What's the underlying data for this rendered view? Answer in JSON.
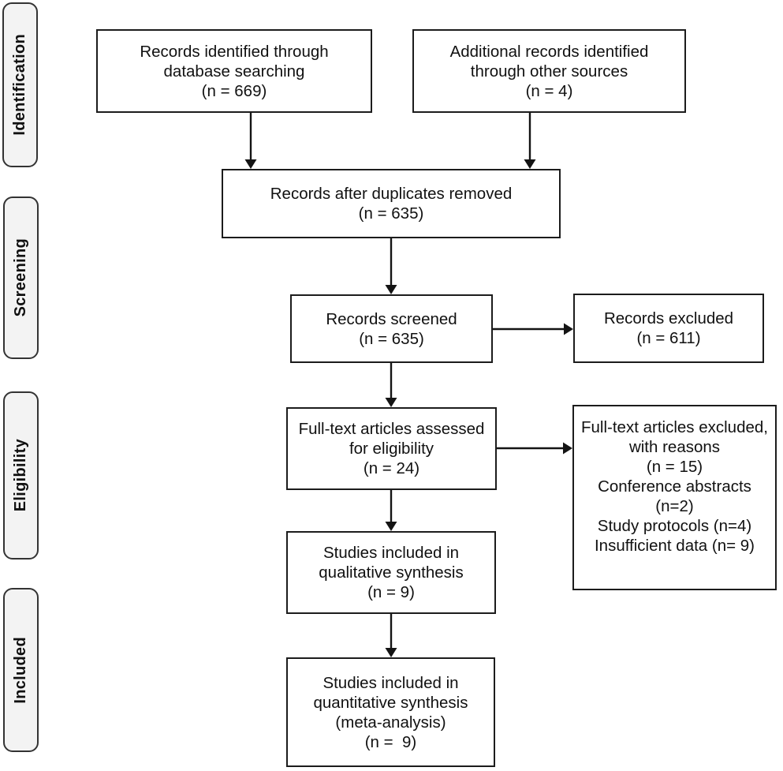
{
  "stages": [
    {
      "label": "Identification"
    },
    {
      "label": "Screening"
    },
    {
      "label": "Eligibility"
    },
    {
      "label": "Included"
    }
  ],
  "boxes": {
    "records_identified": {
      "text": "Records identified through\ndatabase searching\n(n = 669)",
      "n": 669
    },
    "additional_records": {
      "text": "Additional records identified\nthrough other sources\n(n = 4)",
      "n": 4
    },
    "after_duplicates": {
      "text": "Records after duplicates removed\n(n = 635)",
      "n": 635
    },
    "records_screened": {
      "text": "Records screened\n(n = 635)",
      "n": 635
    },
    "records_excluded": {
      "text": "Records excluded\n(n = 611)",
      "n": 611
    },
    "fulltext_assessed": {
      "text": "Full-text articles assessed\nfor eligibility\n(n = 24)",
      "n": 24
    },
    "fulltext_excluded": {
      "text": "Full-text articles excluded,\nwith reasons\n(n = 15)\nConference abstracts\n(n=2)\nStudy protocols (n=4)\nInsufficient data (n= 9)",
      "n": 15,
      "reasons": [
        {
          "label": "Conference abstracts",
          "n": 2
        },
        {
          "label": "Study protocols",
          "n": 4
        },
        {
          "label": "Insufficient data",
          "n": 9
        }
      ]
    },
    "qualitative_synthesis": {
      "text": "Studies included in\nqualitative synthesis\n(n = 9)",
      "n": 9
    },
    "quantitative_synthesis": {
      "text": "Studies included in\nquantitative synthesis\n(meta-analysis)\n(n =  9)",
      "n": 9
    }
  }
}
